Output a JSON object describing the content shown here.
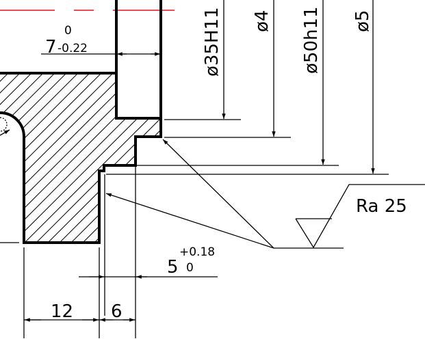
{
  "drawing": {
    "dimensions": {
      "groove_width": {
        "nominal": "7",
        "upper": "0",
        "lower": "-0.22"
      },
      "dia_35": "ø35H11",
      "dia_4x": "ø4",
      "dia_50": "ø50h11",
      "dia_5x": "ø5",
      "depth": {
        "nominal": "5",
        "upper": "+0.18",
        "lower": "0"
      },
      "len_12": "12",
      "len_6": "6"
    },
    "roughness": {
      "label": "Ra 25"
    },
    "colors": {
      "centerline": "#e8101a",
      "line": "#000000"
    }
  }
}
